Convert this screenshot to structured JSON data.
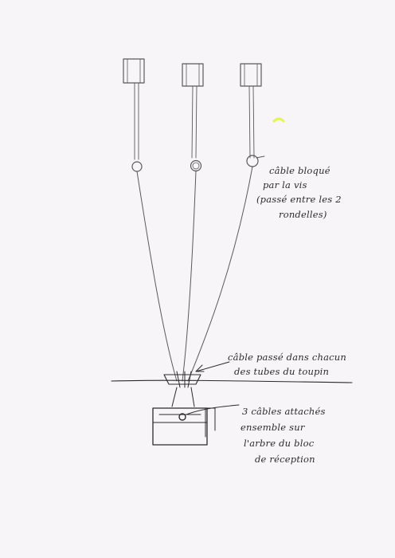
{
  "annotations": {
    "cable_locked": [
      "câble bloqué",
      "par la vis",
      "(passé entre les 2",
      "rondelles)"
    ],
    "cable_tubes": [
      "câble passé dans chacun",
      "des tubes du toupin"
    ],
    "cables_attached": [
      "3 câbles attachés",
      "ensemble sur",
      "l'arbre du bloc",
      "de réception"
    ]
  },
  "colors": {
    "paper": "#f7f5f8",
    "pencil": "#5a5a5a",
    "ink": "#2b2b2b",
    "highlight": "#e6f25a"
  }
}
